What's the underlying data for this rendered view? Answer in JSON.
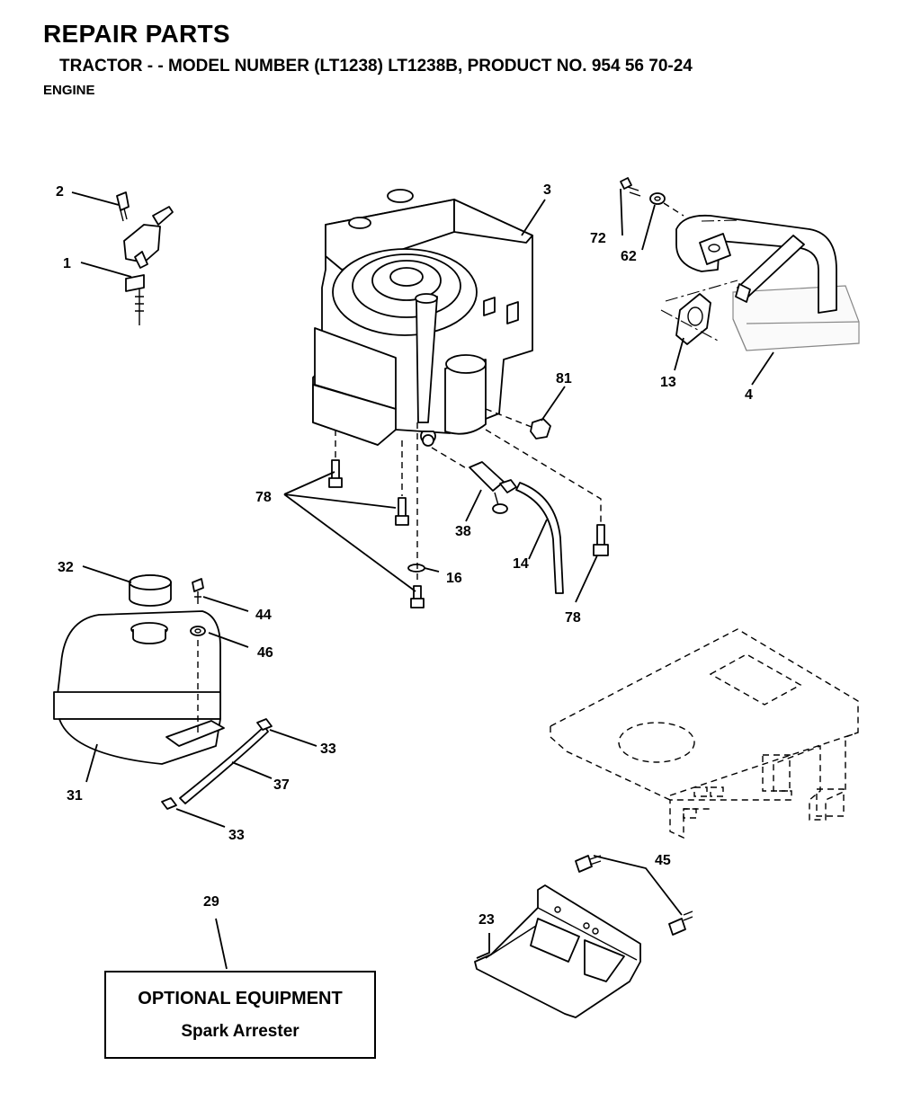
{
  "header": {
    "title": "REPAIR PARTS",
    "subtitle": "TRACTOR - - MODEL NUMBER (LT1238) LT1238B, PRODUCT NO. 954 56 70-24",
    "section": "ENGINE"
  },
  "callouts": {
    "c1": "1",
    "c2": "2",
    "c3": "3",
    "c4": "4",
    "c13": "13",
    "c14": "14",
    "c16": "16",
    "c23": "23",
    "c29": "29",
    "c31": "31",
    "c32": "32",
    "c33a": "33",
    "c33b": "33",
    "c37": "37",
    "c38": "38",
    "c44": "44",
    "c45": "45",
    "c46": "46",
    "c62": "62",
    "c72": "72",
    "c78a": "78",
    "c78b": "78",
    "c81": "81"
  },
  "optional_equipment": {
    "title": "OPTIONAL EQUIPMENT",
    "item": "Spark Arrester"
  }
}
